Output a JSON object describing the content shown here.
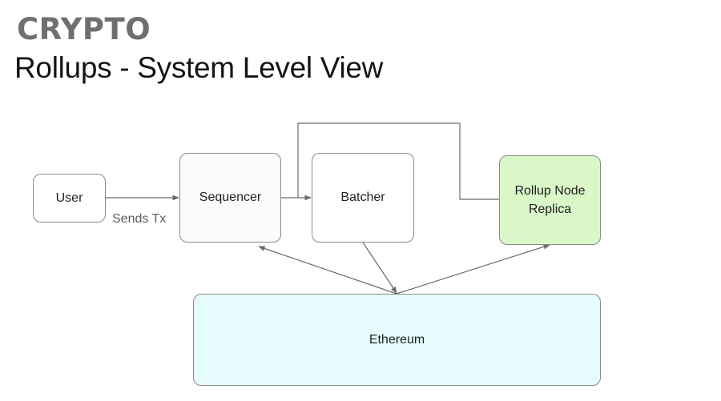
{
  "header": {
    "brand": "CRYPTO",
    "title": "Rollups - System Level View"
  },
  "diagram": {
    "nodes": {
      "user": {
        "label": "User",
        "fill": "#ffffff"
      },
      "sequencer": {
        "label": "Sequencer",
        "fill": "#fdfafd"
      },
      "batcher": {
        "label": "Batcher",
        "fill": "#ffffff"
      },
      "replica": {
        "label": "Rollup Node\nReplica",
        "fill": "#d9f7c7"
      },
      "ethereum": {
        "label": "Ethereum",
        "fill": "#e6fbfb"
      }
    },
    "edge_labels": {
      "user_to_sequencer": "Sends Tx"
    },
    "colors": {
      "line": "#6b6b6b",
      "border": "#8a8a8a"
    }
  }
}
